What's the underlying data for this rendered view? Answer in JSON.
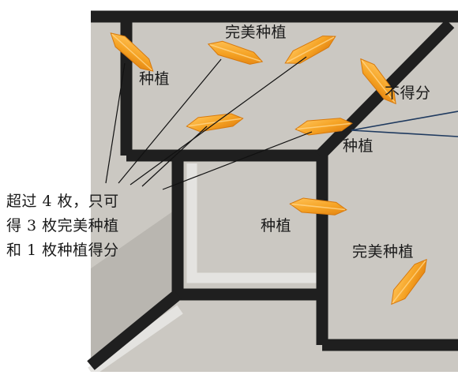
{
  "labels": {
    "perfect_top": "完美种植",
    "plant_top_left": "种植",
    "no_score": "不得分",
    "plant_right": "种植",
    "plant_mid": "种植",
    "perfect_bottom": "完美种植"
  },
  "note": {
    "line1": "超过 4 枚，只可",
    "line2": "得 3 枚完美种植",
    "line3": "和 1 枚种植得分"
  },
  "colors": {
    "board_gray": "#cbc8c2",
    "tape_black": "#1f1f1f",
    "tape_white": "#e4e3e0",
    "seed_orange": "#f5a223",
    "seed_dark": "#e07f10",
    "pointer_blue": "#1f3a5f"
  },
  "icons": [
    "seed-icon"
  ]
}
